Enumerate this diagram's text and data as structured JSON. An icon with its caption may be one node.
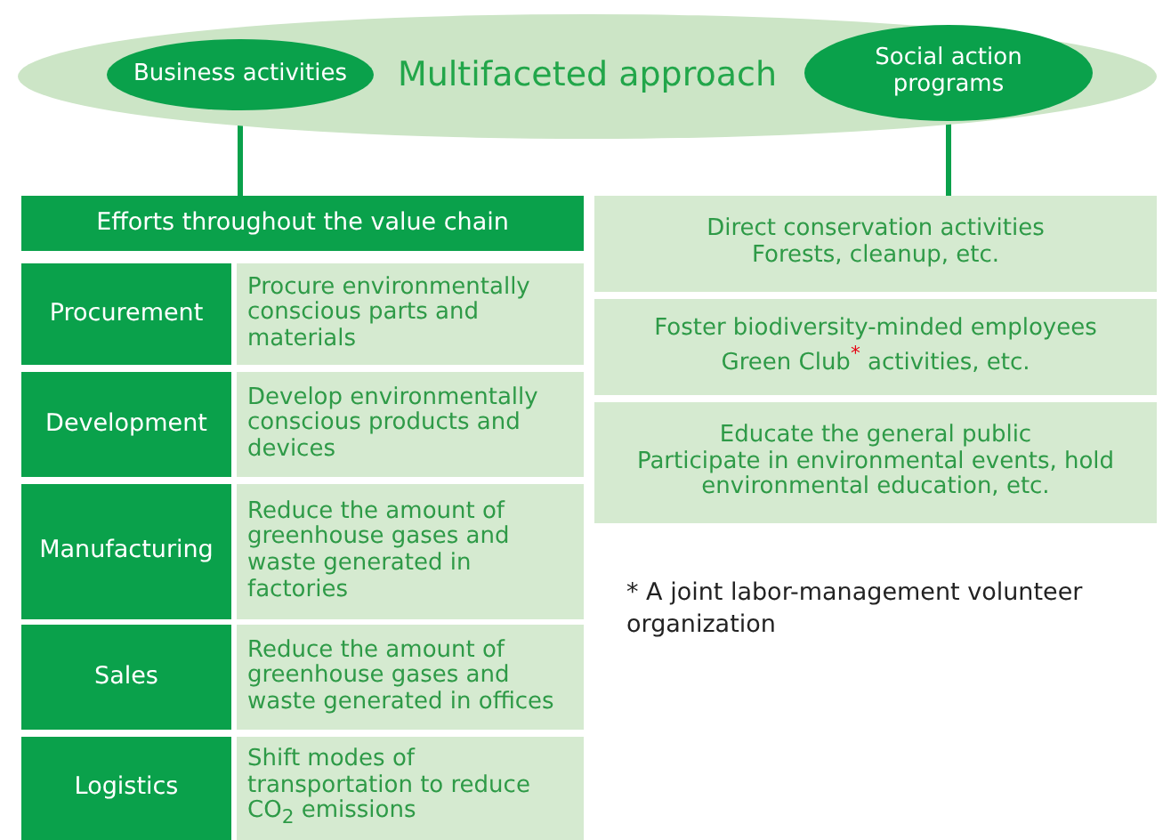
{
  "diagram": {
    "nodes": [
      {
        "text": [
          "Multifaceted approach"
        ]
      },
      {
        "text": [
          "Business activities"
        ],
        "in": 0
      },
      {
        "text": [
          "Social action programs"
        ],
        "in": 0
      },
      {
        "text": [
          "Efforts throughout the value chain"
        ]
      },
      {
        "text": [
          "Procurement"
        ]
      },
      {
        "text": [
          "Procure environmentally conscious parts and materials"
        ]
      },
      {
        "text": [
          "Development"
        ]
      },
      {
        "text": [
          "Develop environmentally conscious products and devices"
        ]
      },
      {
        "text": [
          "Manufacturing"
        ]
      },
      {
        "text": [
          "Reduce the amount of greenhouse gases and waste generated in factories"
        ]
      },
      {
        "text": [
          "Sales"
        ]
      },
      {
        "text": [
          "Reduce the amount of greenhouse gases and waste generated in offices"
        ]
      },
      {
        "text": [
          "Logistics"
        ]
      },
      {
        "text": [
          "Shift modes of transportation to reduce CO$_{2}$ emissions"
        ]
      },
      {
        "text": [
          "Direct conservation activities",
          "Forests, cleanup, etc."
        ]
      },
      {
        "text": [
          "Foster biodiversity-minded employees",
          "Green Club$^{*}$ activities, etc."
        ]
      },
      {
        "text": [
          "Educate the general public",
          "Participate in environmental events, hold environmental education, etc."
        ]
      }
    ],
    "edges": [
      {
        "from": 1,
        "to": 3,
        "arrow": "none"
      },
      {
        "from": 2,
        "to": 14,
        "arrow": "none"
      }
    ],
    "labels": [
      "* A joint labor-management volunteer organization"
    ]
  }
}
